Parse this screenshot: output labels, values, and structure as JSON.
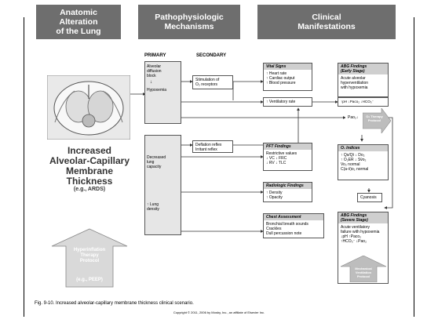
{
  "headers": {
    "col1": "Anatomic\nAlteration\nof the Lung",
    "col2": "Pathophysiologic\nMechanisms",
    "col3": "Clinical\nManifestations"
  },
  "subheaders": {
    "primary": "PRIMARY",
    "secondary": "SECONDARY"
  },
  "condition": {
    "title": "Increased\nAlveolar-Capillary\nMembrane\nThickness",
    "example": "(e.g., ARDS)"
  },
  "therapy_left": {
    "title": "Hyperinflation\nTherapy\nProtocol",
    "example": "(e.g., PEEP)"
  },
  "primary_boxes": {
    "diffusion": "Alveolar\ndiffusion\nblock",
    "arrow": "↓",
    "hypoxemia": "Hypoxemia",
    "lung_capacity": "Decreased\nlung\ncapacity",
    "lung_density": "↑ Lung\ndensity"
  },
  "secondary_boxes": {
    "stimulation": "Stimulation of\nO₂ receptors",
    "deflation": "Deflation reflex\nIrritant reflex"
  },
  "clinical": {
    "vital_signs": {
      "title": "Vital Signs",
      "body": "↑ Heart rate\n↑ Cardiac output\n↑ Blood pressure"
    },
    "ventilatory_rate": "↑ Ventilatory rate",
    "pft": {
      "title": "PFT Findings",
      "body": "Restrictive values\n↓ VC      ↓ FRC\n↓ RV      ↓ TLC"
    },
    "radiologic": {
      "title": "Radiologic Findings",
      "body": "↑ Density\n↑ Opacity"
    },
    "chest": {
      "title": "Chest Assessment",
      "body": "Bronchial breath sounds\nCrackles\nDull percussion note"
    },
    "abg_early": {
      "title": "ABG Findings\n(Early Stage)",
      "body": "Acute alveolar\nhyperventilation\nwith hypoxemia"
    },
    "abg_early_values": "↑pH  ↓Paco₂  ↓HCO₃⁻",
    "pao2": "Pao₂↓",
    "o2_protocol": "O₂ Therapy\nProtocol",
    "o2_indices": {
      "title": "O₂ Indices",
      "body": "↑ Qs/Qt  ↓ Do₂\n↑ O₂ER   ↓ Sv̄o₂\nVo₂ normal\nC(a-v̄)o₂ normal"
    },
    "cyanosis": "Cyanosis",
    "abg_severe": {
      "title": "ABG Findings\n(Severe Stage)",
      "body": "Acute ventilatory\nfailure with hypoxemia\n↓pH        ↑Paco₂\n↑HCO₃⁻     ↓Pao₂"
    },
    "mech_protocol": "Mechanical\nVentilation\nProtocol"
  },
  "caption": "Fig. 9-10. Increased alveolar-capillary membrane thickness clinical scenario.",
  "copyright": "Copyright © 2011, 2006 by Mosby, Inc., an affiliate of Elsevier Inc.",
  "colors": {
    "header": "#6e6e6e",
    "box_gray": "#e6e6e6",
    "head_gray": "#cfcfcf"
  }
}
